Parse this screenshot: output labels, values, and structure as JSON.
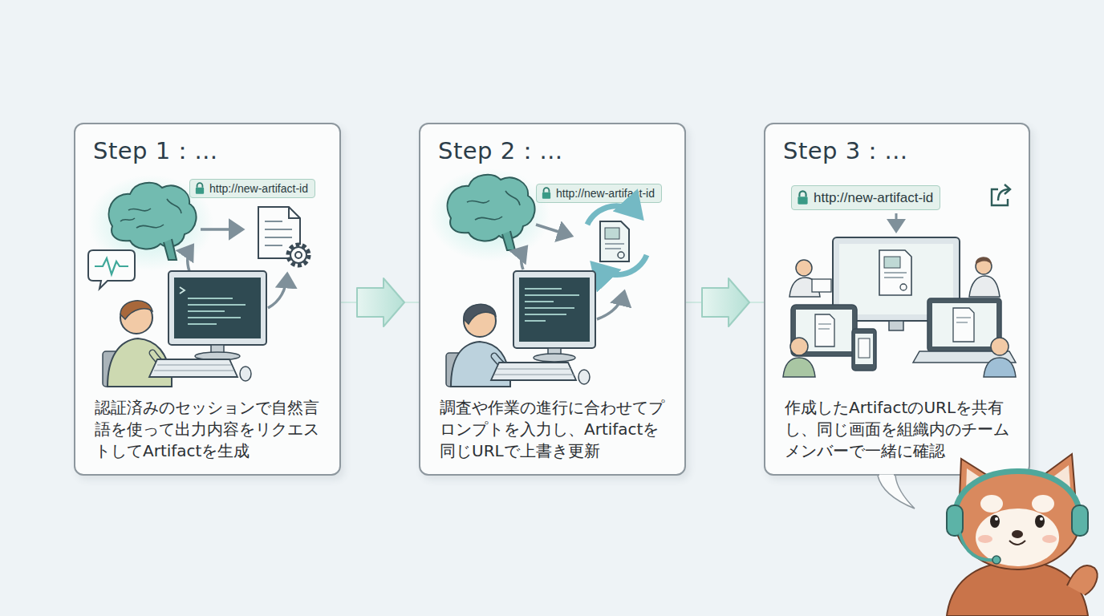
{
  "diagram": {
    "nodes": [
      {
        "text": [
          "Step 1：…",
          "認証済みのセッションで自然言語を使って出力内容をリクエストしてArtifactを生成"
        ]
      },
      {
        "text": [
          "http://new-artifact-id"
        ],
        "in": 0
      },
      {
        "text": [
          "Step 2：…",
          "調査や作業の進行に合わせてプロンプトを入力し、Artifactを同じURLで上書き更新"
        ]
      },
      {
        "text": [
          "http://new-artifact-id"
        ],
        "in": 2
      },
      {
        "text": [
          "Step 3：…",
          "作成したArtifactのURLを共有し、同じ画面を組織内のチームメンバーで一緒に確認"
        ]
      },
      {
        "text": [
          "http://new-artifact-id"
        ],
        "in": 4
      }
    ],
    "edges": [
      {
        "from": 0,
        "to": 2,
        "arrow": "to"
      },
      {
        "from": 2,
        "to": 4,
        "arrow": "to"
      }
    ]
  }
}
